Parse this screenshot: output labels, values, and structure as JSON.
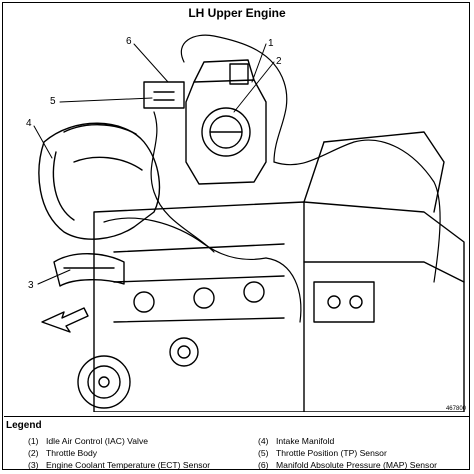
{
  "title": "LH Upper Engine",
  "figure_code": "467800",
  "callouts": [
    "1",
    "2",
    "3",
    "4",
    "5",
    "6"
  ],
  "legend": {
    "title": "Legend",
    "items": [
      {
        "num": "(1)",
        "label": "Idle Air Control (IAC) Valve"
      },
      {
        "num": "(2)",
        "label": "Throttle Body"
      },
      {
        "num": "(3)",
        "label": "Engine Coolant Temperature (ECT) Sensor"
      },
      {
        "num": "(4)",
        "label": "Intake Manifold"
      },
      {
        "num": "(5)",
        "label": "Throttle Position (TP) Sensor"
      },
      {
        "num": "(6)",
        "label": "Manifold Absolute Pressure (MAP) Sensor"
      }
    ]
  }
}
